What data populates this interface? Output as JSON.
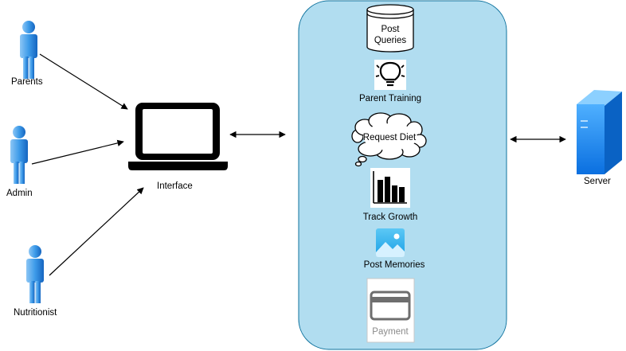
{
  "actors": [
    {
      "label": "Parents"
    },
    {
      "label": "Admin"
    },
    {
      "label": "Nutritionist"
    }
  ],
  "interface": {
    "label": "Interface"
  },
  "services": {
    "post_queries": {
      "line1": "Post",
      "line2": "Queries"
    },
    "parent_training": {
      "label": "Parent Training"
    },
    "request_diet": {
      "label": "Request Diet"
    },
    "track_growth": {
      "label": "Track Growth"
    },
    "post_memories": {
      "label": "Post Memories"
    },
    "payment": {
      "label": "Payment"
    }
  },
  "server": {
    "label": "Server"
  },
  "colors": {
    "panel_fill": "#b1ddf0",
    "panel_stroke": "#10739e",
    "actor_blue": "#3d9be9",
    "server_blue": "#1e8cff"
  }
}
